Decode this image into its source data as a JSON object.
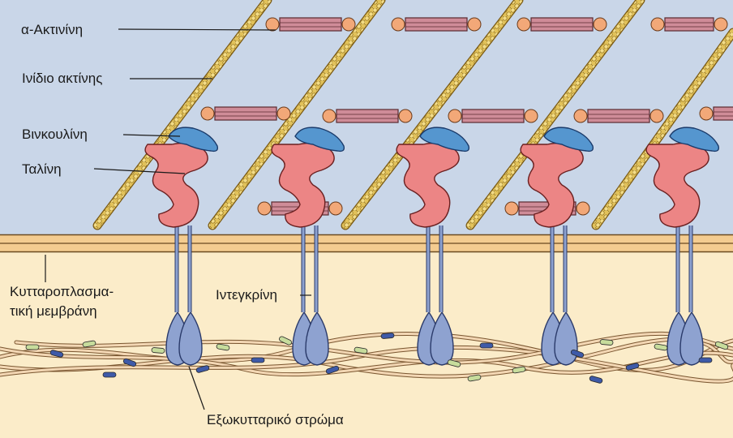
{
  "labels": {
    "alpha_actinin": "α-Ακτινίνη",
    "actin_filament": "Ινίδιο ακτίνης",
    "vinculin": "Βινκουλίνη",
    "talin": "Ταλίνη",
    "membrane_line1": "Κυτταροπλασμα-",
    "membrane_line2": "τική μεμβράνη",
    "integrin": "Ιντεγκρίνη",
    "ecm": "Εξωκυτταρικό στρώμα"
  },
  "colors": {
    "cytoplasm": "#c9d6e8",
    "outside": "#fbecc9",
    "membrane": "#f4cc90",
    "actin_bead": "#e2c25a",
    "actinin_body": "#cf8c98",
    "actinin_head": "#f2a878",
    "vinculin": "#5596cf",
    "talin": "#ec8585",
    "integrin": "#8ea2d0",
    "ecm_fiber": "#f3d7b4",
    "ecm_dark": "#3e5aa8",
    "ecm_light": "#c7dc9c"
  }
}
